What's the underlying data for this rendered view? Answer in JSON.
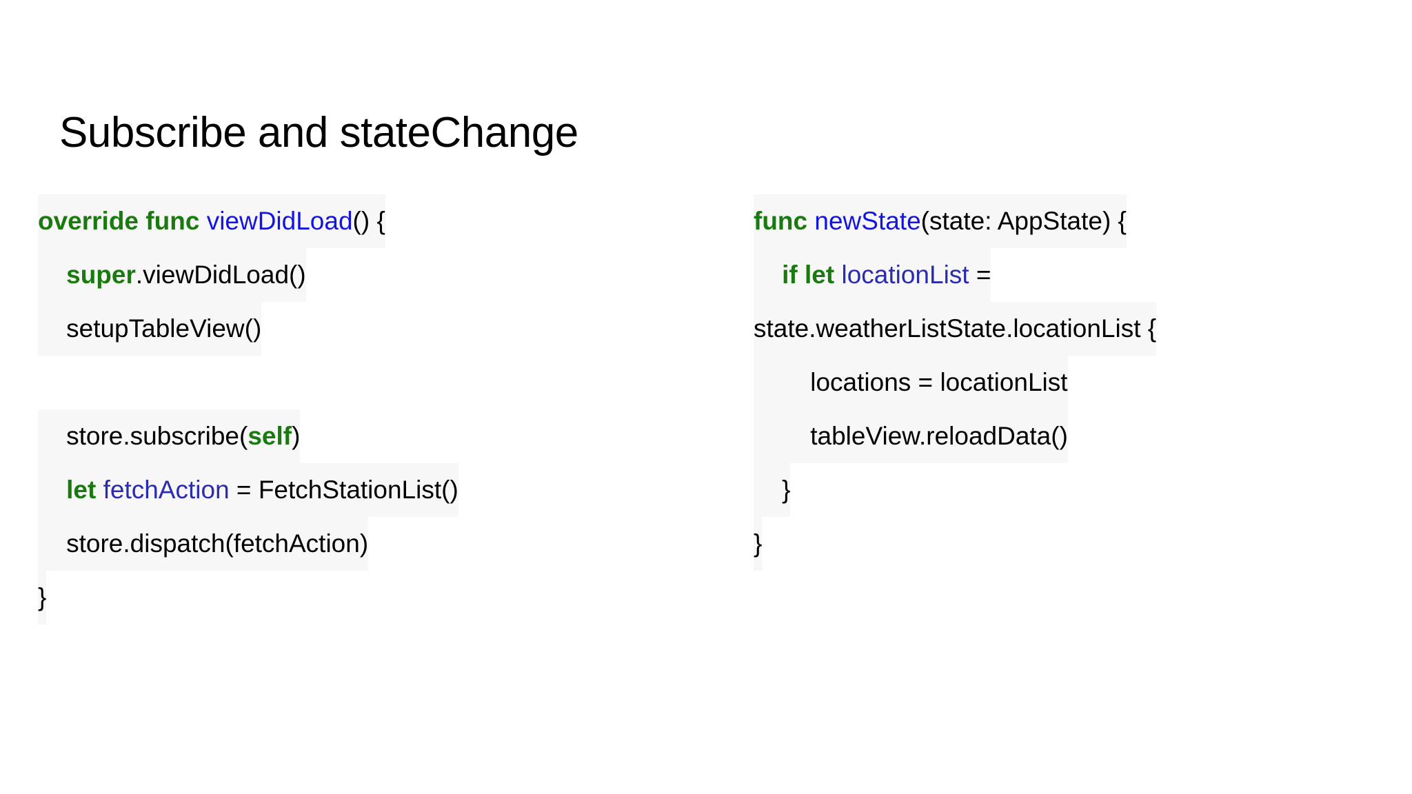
{
  "slide": {
    "title": "Subscribe and stateChange",
    "background_color": "#ffffff",
    "code_bg_color": "#f7f7f8",
    "keyword_color": "#1a7a0f",
    "identifier_color": "#1414e0",
    "identifier_alt_color": "#2b2bb0",
    "text_color": "#000000"
  },
  "left_code": {
    "lines": [
      {
        "indent": 0,
        "tokens": [
          {
            "t": "override func",
            "c": "kw"
          },
          {
            "t": " ",
            "c": "pl"
          },
          {
            "t": "viewDidLoad",
            "c": "id"
          },
          {
            "t": "() {",
            "c": "pl"
          }
        ]
      },
      {
        "indent": 1,
        "tokens": [
          {
            "t": "super",
            "c": "kw"
          },
          {
            "t": ".viewDidLoad()",
            "c": "pl"
          }
        ]
      },
      {
        "indent": 1,
        "tokens": [
          {
            "t": "setupTableView()",
            "c": "pl"
          }
        ]
      },
      {
        "indent": 0,
        "blank": true,
        "tokens": []
      },
      {
        "indent": 1,
        "tokens": [
          {
            "t": "store.subscribe(",
            "c": "pl"
          },
          {
            "t": "self",
            "c": "kw"
          },
          {
            "t": ")",
            "c": "pl"
          }
        ]
      },
      {
        "indent": 1,
        "tokens": [
          {
            "t": "let",
            "c": "kw"
          },
          {
            "t": " ",
            "c": "pl"
          },
          {
            "t": "fetchAction",
            "c": "id2"
          },
          {
            "t": " = FetchStationList()",
            "c": "pl"
          }
        ]
      },
      {
        "indent": 1,
        "tokens": [
          {
            "t": "store.dispatch(fetchAction)",
            "c": "pl"
          }
        ]
      },
      {
        "indent": 0,
        "tokens": [
          {
            "t": "}",
            "c": "pl"
          }
        ]
      }
    ]
  },
  "right_code": {
    "lines": [
      {
        "indent": 0,
        "tokens": [
          {
            "t": "func",
            "c": "kw"
          },
          {
            "t": " ",
            "c": "pl"
          },
          {
            "t": "newState",
            "c": "id"
          },
          {
            "t": "(state: AppState) {",
            "c": "pl"
          }
        ]
      },
      {
        "indent": 1,
        "tokens": [
          {
            "t": "if let",
            "c": "kw"
          },
          {
            "t": " ",
            "c": "pl"
          },
          {
            "t": "locationList",
            "c": "id2"
          },
          {
            "t": " =",
            "c": "pl"
          }
        ]
      },
      {
        "indent": 0,
        "tokens": [
          {
            "t": "state.weatherListState.locationList {",
            "c": "pl"
          }
        ]
      },
      {
        "indent": 2,
        "tokens": [
          {
            "t": "locations = locationList",
            "c": "pl"
          }
        ]
      },
      {
        "indent": 2,
        "tokens": [
          {
            "t": "tableView.reloadData()",
            "c": "pl"
          }
        ]
      },
      {
        "indent": 1,
        "tokens": [
          {
            "t": "}",
            "c": "pl"
          }
        ]
      },
      {
        "indent": 0,
        "tokens": [
          {
            "t": "}",
            "c": "pl"
          }
        ]
      }
    ]
  }
}
